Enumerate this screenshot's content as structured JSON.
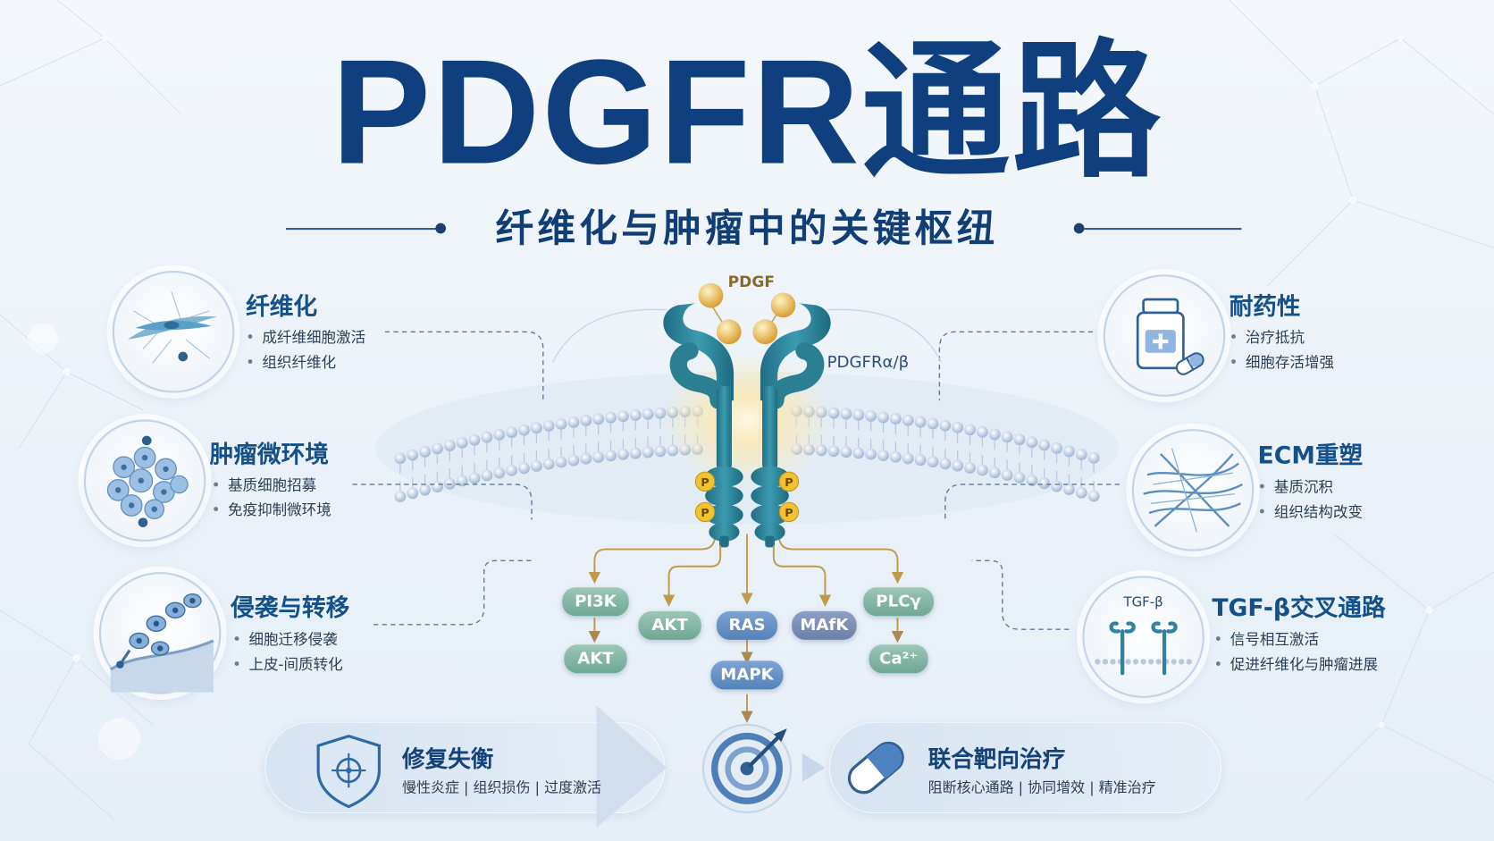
{
  "title": "PDGFR通路",
  "subtitle": "纤维化与肿瘤中的关键枢纽",
  "colors": {
    "title": "#0f3f7e",
    "accent_teal": "#2a7f92",
    "ligand": "#e7b54a",
    "phospho": "#f2c230",
    "pill_green": "#7fb3a1",
    "pill_blue": "#5f8cc3"
  },
  "center": {
    "ligand_label": "PDGF",
    "receptor_label": "PDGFRα/β",
    "phospho_mark": "P",
    "pathway_nodes": {
      "pi3k": "PI3K",
      "akt_below_pi3k": "AKT",
      "akt": "AKT",
      "ras": "RAS",
      "mapk_node": "MAfK",
      "mapk_below_ras": "MAPK",
      "plcy": "PLCγ",
      "ca": "Ca²⁺"
    }
  },
  "panels": {
    "fibrosis": {
      "title": "纤维化",
      "icon": "fibroblast-icon",
      "bullets": [
        "成纤维细胞激活",
        "组织纤维化"
      ]
    },
    "tme": {
      "title": "肿瘤微环境",
      "icon": "tumor-cells-icon",
      "bullets": [
        "基质细胞招募",
        "免疫抑制微环境"
      ]
    },
    "invasion": {
      "title": "侵袭与转移",
      "icon": "migrating-cells-icon",
      "bullets": [
        "细胞迁移侵袭",
        "上皮-间质转化"
      ]
    },
    "resistance": {
      "title": "耐药性",
      "icon": "medicine-bottle-icon",
      "bullets": [
        "治疗抵抗",
        "细胞存活增强"
      ]
    },
    "ecm": {
      "title": "ECM重塑",
      "icon": "ecm-fibers-icon",
      "bullets": [
        "基质沉积",
        "组织结构改变"
      ]
    },
    "tgf": {
      "title": "TGF-β交叉通路",
      "icon": "tgf-receptor-icon",
      "icon_label": "TGF-β",
      "bullets": [
        "信号相互激活",
        "促进纤维化与肿瘤进展"
      ]
    }
  },
  "bottom": {
    "repair": {
      "title": "修复失衡",
      "text": "慢性炎症 | 组织损伤 | 过度激活",
      "icon": "shield-target-icon"
    },
    "center_icon": "target-arrow-icon",
    "therapy": {
      "title": "联合靶向治疗",
      "text": "阻断核心通路 | 协同增效 | 精准治疗",
      "icon": "capsule-icon"
    }
  }
}
